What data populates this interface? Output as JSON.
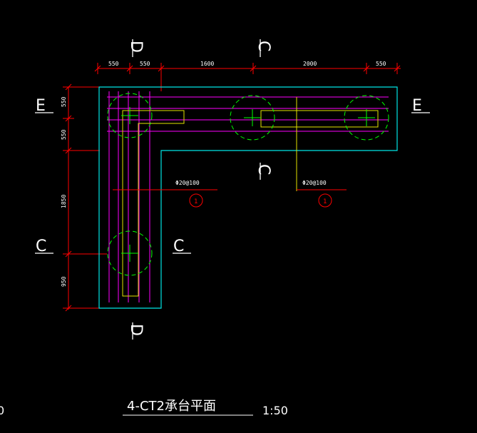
{
  "drawing": {
    "top_dimensions": [
      "550",
      "550",
      "1600",
      "2000",
      "550"
    ],
    "left_dimensions": [
      "550",
      "550",
      "1850",
      "950"
    ],
    "section_marks": {
      "d_top": "D",
      "c_top": "C",
      "e_left": "E",
      "e_right": "E",
      "c_mid": "C",
      "c_left": "C",
      "c_right": "C",
      "d_bottom": "D"
    },
    "rebar_notes": [
      {
        "spec": "Φ20@100",
        "mark": "1"
      },
      {
        "spec": "Φ20@100",
        "mark": "1"
      }
    ],
    "title": "4-CT2承台平面",
    "scale": "1:50",
    "edge_text": "0",
    "colors": {
      "background": "#000000",
      "outline": "#00e5e5",
      "dimension": "#ff0000",
      "rebar": "#ff00ff",
      "pile": "#00ff00",
      "beam": "#ffff00",
      "text": "#ffffff"
    }
  }
}
